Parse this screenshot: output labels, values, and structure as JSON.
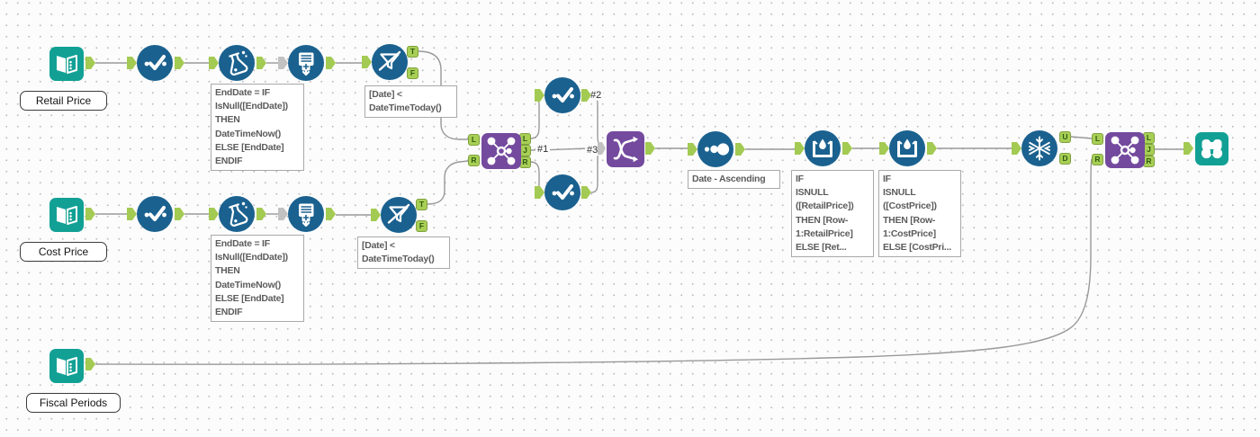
{
  "workflow": {
    "tool_labels": {
      "retail_input": "Retail Price",
      "cost_input": "Cost Price",
      "fiscal_input": "Fiscal Periods"
    },
    "annotations": {
      "retail_enddate_formula": "EndDate = IF\nIsNull([EndDate])\nTHEN\nDateTimeNow()\nELSE [EndDate]\nENDIF",
      "cost_enddate_formula": "EndDate = IF\nIsNull([EndDate])\nTHEN\nDateTimeNow()\nELSE [EndDate]\nENDIF",
      "retail_date_filter": "[Date] <\nDateTimeToday()",
      "cost_date_filter": "[Date] <\nDateTimeToday()",
      "sort_order": "Date - Ascending",
      "retail_multirow_formula": "IF\nISNULL\n([RetailPrice])\nTHEN [Row-\n1:RetailPrice]\nELSE [Ret...",
      "cost_multirow_formula": "IF\nISNULL\n([CostPrice])\nTHEN [Row-\n1:CostPrice]\nELSE [CostPri..."
    },
    "connection_labels": {
      "union_input_1": "#1",
      "union_input_2": "#2",
      "union_input_3": "#3"
    },
    "anchors": {
      "T": "T",
      "F": "F",
      "L": "L",
      "J": "J",
      "R": "R",
      "U": "U",
      "D": "D"
    },
    "colors": {
      "tool_blue": "#1A618F",
      "tool_teal": "#12A095",
      "tool_purple": "#744A9E",
      "anchor_green": "#A8CF55",
      "wire_gray": "#999999"
    }
  }
}
